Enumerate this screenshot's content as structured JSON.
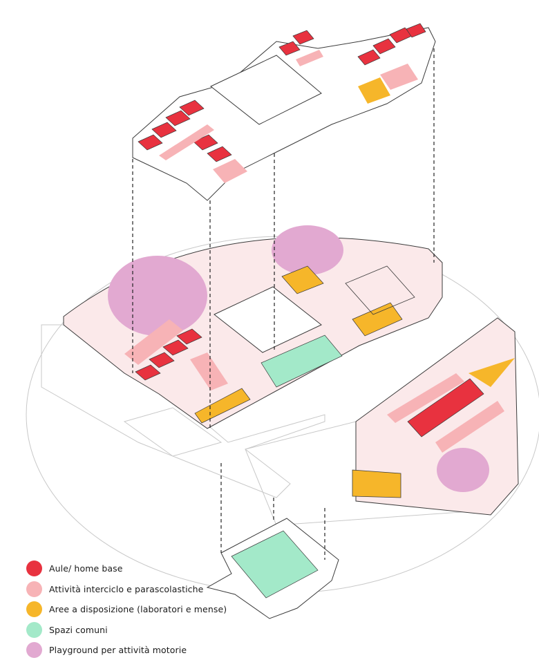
{
  "colors": {
    "aule": "#e8323f",
    "attivita": "#f7b3b6",
    "aree": "#f6b62a",
    "spazi": "#a3e9c9",
    "playground": "#e2a9d1",
    "site_fill": "#fbe9ea",
    "line": "#3a3a3a",
    "light_line": "#bdbdbd"
  },
  "legend": [
    {
      "label": "Aule/ home base",
      "color": "#e8323f"
    },
    {
      "label": "Attività interciclo e parascolastiche",
      "color": "#f7b3b6"
    },
    {
      "label": "Aree a disposizione (laboratori e mense)",
      "color": "#f6b62a"
    },
    {
      "label": "Spazi comuni",
      "color": "#a3e9c9"
    },
    {
      "label": "Playground per attività motorie",
      "color": "#e2a9d1"
    }
  ]
}
